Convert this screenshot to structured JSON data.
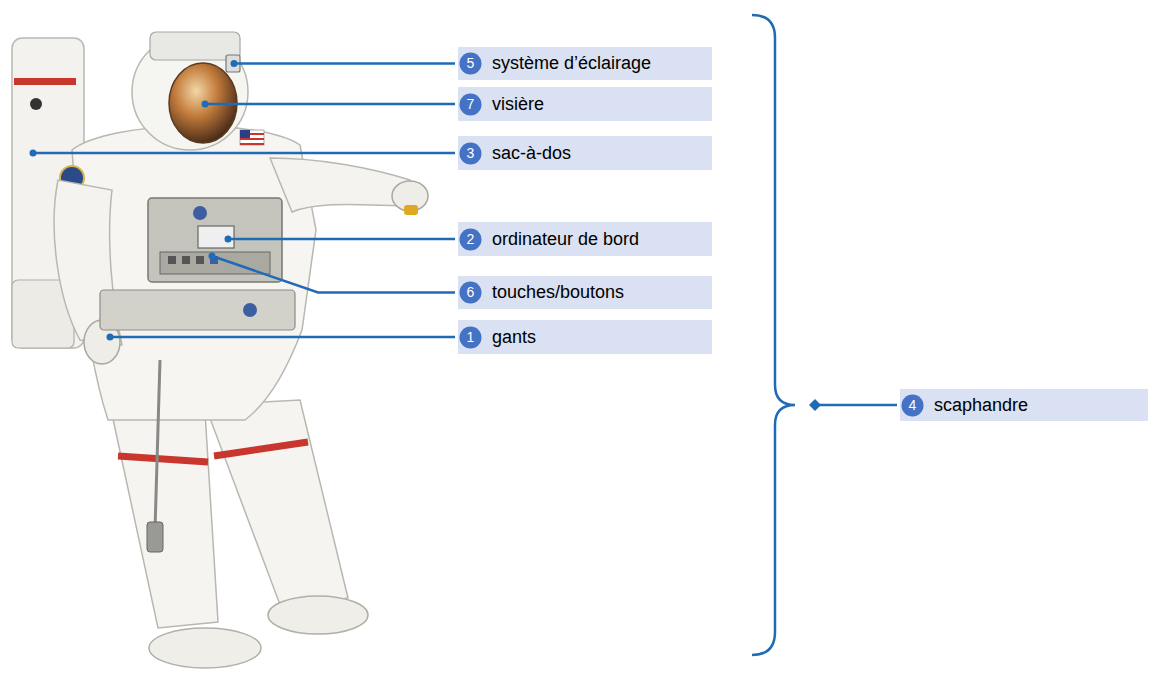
{
  "diagram": {
    "nodes": [
      {
        "text": [
          "système d’éclairage"
        ]
      },
      {
        "text": [
          "5"
        ],
        "in": 0
      },
      {
        "text": [
          "visière"
        ]
      },
      {
        "text": [
          "7"
        ],
        "in": 2
      },
      {
        "text": [
          "sac-à-dos"
        ]
      },
      {
        "text": [
          "3"
        ],
        "in": 4
      },
      {
        "text": [
          "ordinateur de bord"
        ]
      },
      {
        "text": [
          "2"
        ],
        "in": 6
      },
      {
        "text": [
          "touches/boutons"
        ]
      },
      {
        "text": [
          "6"
        ],
        "in": 8
      },
      {
        "text": [
          "gants"
        ]
      },
      {
        "text": [
          "1"
        ],
        "in": 10
      },
      {
        "text": [
          "scaphandre"
        ]
      },
      {
        "text": [
          "4"
        ],
        "in": 12
      }
    ]
  }
}
